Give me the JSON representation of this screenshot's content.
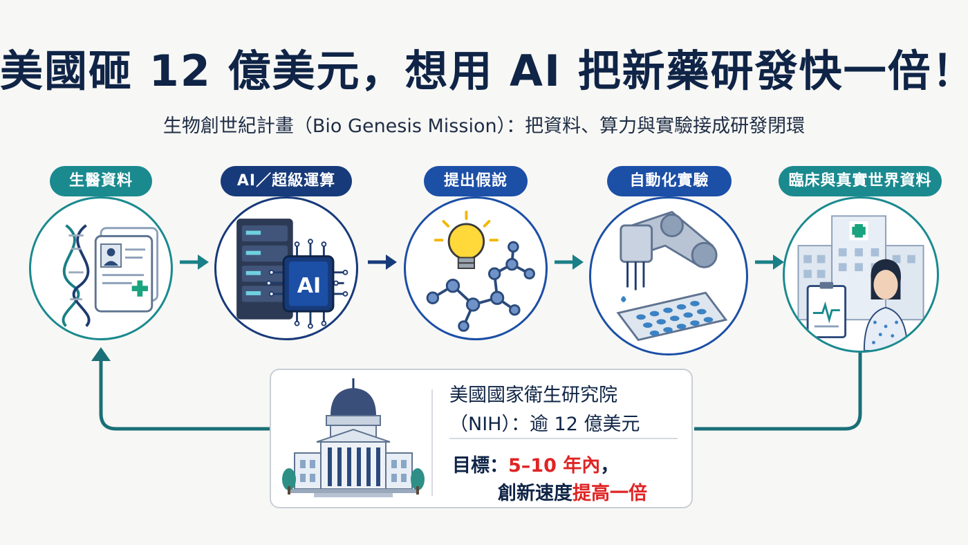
{
  "title": "美國砸 12 億美元，想用 AI 把新藥研發快一倍！",
  "subtitle": "生物創世紀計畫（Bio Genesis Mission）：把資料、算力與實驗接成研發閉環",
  "steps": [
    {
      "label": "生醫資料",
      "icon": "dna-medical-record-icon"
    },
    {
      "label": "AI／超級運算",
      "icon": "server-ai-chip-icon"
    },
    {
      "label": "提出假說",
      "icon": "lightbulb-molecule-icon"
    },
    {
      "label": "自動化實驗",
      "icon": "robot-arm-well-plate-icon"
    },
    {
      "label": "臨床與真實世界資料",
      "icon": "hospital-patient-icon"
    }
  ],
  "chip_label": "AI",
  "info": {
    "line1": "美國國家衛生研究院",
    "line2": "（NIH）：逾 12 億美元",
    "goal_prefix": "目標：",
    "goal_highlight": "5–10 年內",
    "goal_suffix": "，",
    "line4_prefix": "創新速度",
    "line4_highlight": "提高一倍",
    "icon": "capitol-building-icon"
  },
  "colors": {
    "teal": "#1a8a8f",
    "navy": "#173a7a",
    "blue": "#1c4fa6",
    "highlight_red": "#e02424"
  }
}
